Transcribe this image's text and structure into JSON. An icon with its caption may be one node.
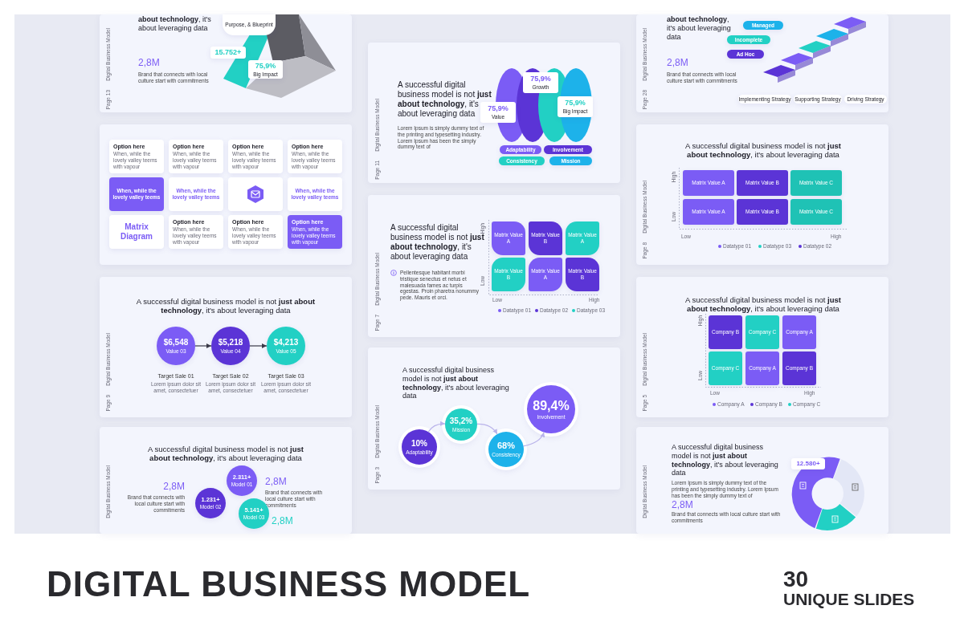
{
  "diagram": {
    "title": "DIGITAL BUSINESS MODEL",
    "nodes": [
      {
        "text": [
          "**about technology**, it's about leveraging data",
          "2,8M",
          "Brand that connects with local culture start with commitments",
          "Page 13",
          "Digital Business Model"
        ]
      },
      {
        "text": [
          "Purpose, & Blueprint"
        ],
        "in": 0
      },
      {
        "text": [
          "15.752+"
        ],
        "in": 0
      },
      {
        "text": [
          "75,9%",
          "Big Impact"
        ],
        "in": 0
      },
      {
        "text": [],
        "shape": "box"
      },
      {
        "text": [
          "Option here",
          "When, while the lovely valley teems with vapour"
        ],
        "in": 4
      },
      {
        "text": [
          "Option here",
          "When, while the lovely valley teems with vapour"
        ],
        "in": 4
      },
      {
        "text": [
          "Option here",
          "When, while the lovely valley teems with vapour"
        ],
        "in": 4
      },
      {
        "text": [
          "Option here",
          "When, while the lovely valley teems with vapour"
        ],
        "in": 4
      },
      {
        "text": [
          "When, while the lovely valley teems"
        ],
        "in": 4
      },
      {
        "text": [
          "When, while the lovely valley teems"
        ],
        "in": 4
      },
      {
        "text": [],
        "shape": "box",
        "in": 4
      },
      {
        "text": [
          "When, while the lovely valley teems"
        ],
        "in": 4
      },
      {
        "text": [
          "Matrix Diagram"
        ],
        "in": 4
      },
      {
        "text": [
          "Option here",
          "When, while the lovely valley teems with vapour"
        ],
        "in": 4
      },
      {
        "text": [
          "Option here",
          "When, while the lovely valley teems with vapour"
        ],
        "in": 4
      },
      {
        "text": [
          "Option here",
          "When, while the lovely valley teems with vapour"
        ],
        "in": 4
      },
      {
        "text": [
          "A successful digital business model is not **just about technology**, it's about leveraging data",
          "Page 9",
          "Digital Business Model"
        ]
      },
      {
        "text": [
          "$6,548",
          "Value 03"
        ],
        "in": 17,
        "beside": [
          "Target Sale 01",
          "Lorem ipsum dolor sit amet, consectetuer"
        ]
      },
      {
        "text": [
          "$5,218",
          "Value 04"
        ],
        "in": 17,
        "beside": [
          "Target Sale 02",
          "Lorem ipsum dolor sit amet, consectetuer"
        ]
      },
      {
        "text": [
          "$4,213",
          "Value 05"
        ],
        "in": 17,
        "beside": [
          "Target Sale 03",
          "Lorem ipsum dolor sit amet, consectetuer"
        ]
      },
      {
        "text": [
          "A successful digital business model is not **just about technology**, it's about leveraging data",
          "2,8M",
          "Brand that connects with local culture start with commitments",
          "2,8M",
          "Brand that connects with local culture start with commitments",
          "2,8M",
          "Digital Business Model"
        ]
      },
      {
        "text": [
          "2.311+",
          "Model 01"
        ],
        "in": 21
      },
      {
        "text": [
          "1.231+",
          "Model 02"
        ],
        "in": 21
      },
      {
        "text": [
          "5.141+",
          "Model 03"
        ],
        "in": 21
      },
      {
        "text": [
          "A successful digital business model is not **just about technology**, it's about leveraging data",
          "Lorem Ipsum is simply dummy text of the printing and typesetting industry. Lorem Ipsum has been the simply dummy text of",
          "Page 11",
          "Digital Business Model"
        ]
      },
      {
        "text": [
          "75,9%",
          "Value"
        ],
        "in": 25
      },
      {
        "text": [
          "75,9%",
          "Growth"
        ],
        "in": 25
      },
      {
        "text": [
          "75,9%",
          "Big Impact"
        ],
        "in": 25
      },
      {
        "text": [
          "Adaptability"
        ],
        "in": 25
      },
      {
        "text": [
          "Involvement"
        ],
        "in": 25
      },
      {
        "text": [
          "Consistency"
        ],
        "in": 25
      },
      {
        "text": [
          "Mission"
        ],
        "in": 25
      },
      {
        "text": [
          "A successful digital business model is not **just about technology**, it's about leveraging data",
          "Pellentesque habitant morbi tristique senectus et netus et malesuada fames ac turpis egestas. Proin pharetra nonummy pede. Mauris et orci.",
          "High",
          "Low",
          "Low",
          "High",
          "Page 7",
          "Digital Business Model"
        ]
      },
      {
        "text": [
          "Matrix Value A"
        ],
        "in": 33
      },
      {
        "text": [
          "Matrix Value B"
        ],
        "in": 33
      },
      {
        "text": [
          "Matrix Value A"
        ],
        "in": 33
      },
      {
        "text": [
          "Matrix Value B"
        ],
        "in": 33
      },
      {
        "text": [
          "Matrix Value A"
        ],
        "in": 33
      },
      {
        "text": [
          "Matrix Value B"
        ],
        "in": 33
      },
      {
        "text": [
          "A successful digital business model is not **just about technology**, it's about leveraging data",
          "Page 3",
          "Digital Business Model"
        ]
      },
      {
        "text": [
          "10%",
          "Adaptability"
        ],
        "in": 40
      },
      {
        "text": [
          "35,2%",
          "Mission"
        ],
        "in": 40
      },
      {
        "text": [
          "68%",
          "Consistency"
        ],
        "in": 40
      },
      {
        "text": [
          "89,4%",
          "Involvement"
        ],
        "in": 40
      },
      {
        "text": [
          "**about technology**, it's about leveraging data",
          "2,8M",
          "Brand that connects with local culture start with commitments",
          "Page 28",
          "Digital Business Model"
        ]
      },
      {
        "text": [
          "Managed"
        ],
        "in": 45
      },
      {
        "text": [
          "Incomplete"
        ],
        "in": 45
      },
      {
        "text": [
          "Ad Hoc"
        ],
        "in": 45
      },
      {
        "text": [
          "Implementing Strategy"
        ],
        "in": 45
      },
      {
        "text": [
          "Supporting Strategy"
        ],
        "in": 45
      },
      {
        "text": [
          "Driving Strategy"
        ],
        "in": 45
      },
      {
        "text": [
          "A successful digital business model is not **just about technology**, it's about leveraging data",
          "High",
          "Low",
          "Low",
          "High",
          "Page 8",
          "Digital Business Model"
        ]
      },
      {
        "text": [
          "Matrix Value A"
        ],
        "in": 52
      },
      {
        "text": [
          "Matrix Value B"
        ],
        "in": 52
      },
      {
        "text": [
          "Matrix Value C"
        ],
        "in": 52
      },
      {
        "text": [
          "Matrix Value A"
        ],
        "in": 52
      },
      {
        "text": [
          "Matrix Value B"
        ],
        "in": 52
      },
      {
        "text": [
          "Matrix Value C"
        ],
        "in": 52
      },
      {
        "text": [
          "A successful digital business model is not **just about technology**, it's about leveraging data",
          "High",
          "Low",
          "Low",
          "High",
          "Page 5",
          "Digital Business Model"
        ]
      },
      {
        "text": [
          "Company B"
        ],
        "in": 59
      },
      {
        "text": [
          "Company C"
        ],
        "in": 59
      },
      {
        "text": [
          "Company A"
        ],
        "in": 59
      },
      {
        "text": [
          "Company C"
        ],
        "in": 59
      },
      {
        "text": [
          "Company A"
        ],
        "in": 59
      },
      {
        "text": [
          "Company B"
        ],
        "in": 59
      },
      {
        "text": [
          "A successful digital business model is not **just about technology**, it's about leveraging data",
          "Lorem Ipsum is simply dummy text of the printing and typesetting industry. Lorem Ipsum has been the simply dummy text of",
          "2,8M",
          "Brand that connects with local culture start with commitments",
          "Digital Business Model"
        ]
      },
      {
        "text": [
          "12.580+"
        ],
        "in": 66
      }
    ],
    "edges": [
      {
        "from": 18,
        "to": 19,
        "arrow": "to",
        "color": "#3a3a48"
      },
      {
        "from": 19,
        "to": 20,
        "arrow": "to",
        "color": "#3a3a48"
      },
      {
        "from": 41,
        "to": 42,
        "arrow": "to"
      },
      {
        "from": 42,
        "to": 43,
        "arrow": "to"
      },
      {
        "from": 43,
        "to": 44,
        "arrow": "to"
      }
    ],
    "labels": [
      "30",
      "UNIQUE SLIDES"
    ],
    "legend": [
      {
        "text": "Datatype 01",
        "color": "#7b5cf5"
      },
      {
        "text": "Datatype 02",
        "color": "#5b34d6"
      },
      {
        "text": "Datatype 03",
        "color": "#22d0c4"
      },
      {
        "text": "Datatype 01",
        "color": "#7b5cf5"
      },
      {
        "text": "Datatype 03",
        "color": "#22d0c4"
      },
      {
        "text": "Datatype 02",
        "color": "#5b34d6"
      },
      {
        "text": "Company A",
        "color": "#7b5cf5"
      },
      {
        "text": "Company B",
        "color": "#5b34d6"
      },
      {
        "text": "Company C",
        "color": "#22d0c4"
      }
    ]
  }
}
